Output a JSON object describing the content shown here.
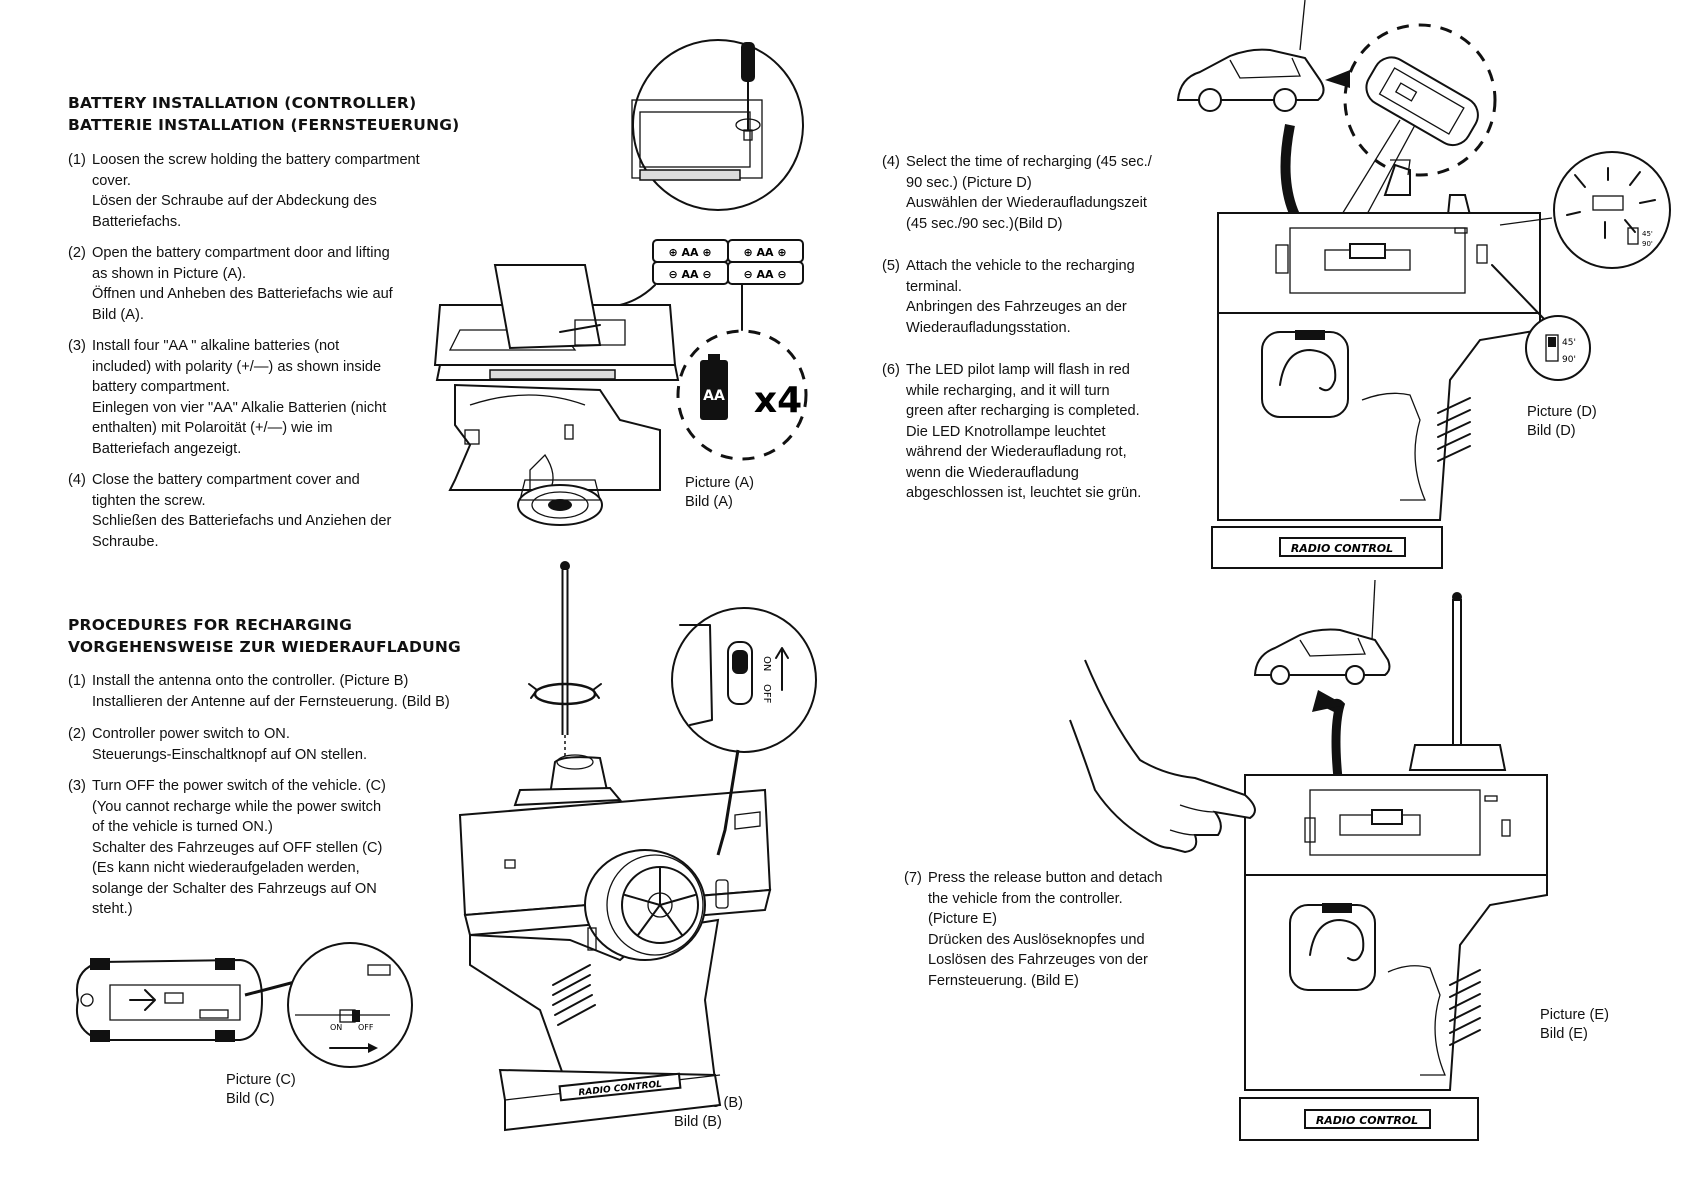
{
  "battery": {
    "heading_en": "BATTERY INSTALLATION (CONTROLLER)",
    "heading_de": "BATTERIE INSTALLATION (FERNSTEUERUNG)",
    "steps": [
      {
        "num": "(1)",
        "lines": [
          "Loosen the screw holding the battery compartment",
          "cover.",
          "Lösen der Schraube auf der Abdeckung des",
          "Batteriefachs."
        ]
      },
      {
        "num": "(2)",
        "lines": [
          "Open the battery compartment door and lifting",
          "as shown in Picture (A).",
          "Öffnen und Anheben des Batteriefachs wie auf",
          "Bild (A)."
        ]
      },
      {
        "num": "(3)",
        "lines": [
          "Install four \"AA \" alkaline batteries (not",
          "included) with polarity (+/—) as shown inside",
          "battery compartment.",
          "Einlegen von vier \"AA\" Alkalie Batterien (nicht",
          "enthalten) mit Polaroität (+/—) wie im",
          "Batteriefach angezeigt."
        ]
      },
      {
        "num": "(4)",
        "lines": [
          "Close the battery compartment cover and",
          "tighten the screw.",
          "Schließen des Batteriefachs und Anziehen der",
          "Schraube."
        ]
      }
    ]
  },
  "recharging": {
    "heading_en": "PROCEDURES FOR RECHARGING",
    "heading_de": "VORGEHENSWEISE ZUR WIEDERAUFLADUNG",
    "steps": [
      {
        "num": "(1)",
        "lines": [
          "Install the antenna onto the controller. (Picture B)",
          "Installieren der Antenne auf der Fernsteuerung. (Bild B)"
        ]
      },
      {
        "num": "(2)",
        "lines": [
          "Controller power switch to ON.",
          "Steuerungs-Einschaltknopf auf ON stellen."
        ]
      },
      {
        "num": "(3)",
        "lines": [
          "Turn OFF the power switch of the vehicle. (C)",
          "(You cannot recharge while the power switch",
          "of  the vehicle is turned ON.)",
          "Schalter des Fahrzeuges auf OFF stellen (C)",
          "(Es kann nicht wiederaufgeladen werden,",
          "solange der Schalter des Fahrzeugs auf ON",
          "steht.)"
        ]
      },
      {
        "num": "(4)",
        "lines": [
          "Select the time of recharging (45 sec./",
          "90 sec.) (Picture D)",
          "Auswählen der Wiederaufladungszeit",
          "(45 sec./90 sec.)(Bild D)"
        ]
      },
      {
        "num": "(5)",
        "lines": [
          "Attach the vehicle to the recharging",
          "terminal.",
          "Anbringen des Fahrzeuges an der",
          "Wiederaufladungsstation."
        ]
      },
      {
        "num": "(6)",
        "lines": [
          "The LED pilot lamp will flash in red",
          "while recharging, and it will turn",
          "green after recharging is completed.",
          "Die LED Knotrollampe leuchtet",
          "während der Wiederaufladung rot,",
          "wenn die Wiederaufladung",
          "abgeschlossen ist, leuchtet sie grün."
        ]
      },
      {
        "num": "(7)",
        "lines": [
          "Press the release button and detach",
          "the vehicle from the controller.",
          "(Picture E)",
          "Drücken des Auslöseknopfes und",
          "Loslösen des Fahrzeuges von der",
          "Fernsteuerung. (Bild E)"
        ]
      }
    ]
  },
  "captions": {
    "a": [
      "Picture (A)",
      "Bild (A)"
    ],
    "b": [
      "Picture (B)",
      "Bild (B)"
    ],
    "c": [
      "Picture (C)",
      "Bild (C)"
    ],
    "d": [
      "Picture (D)",
      "Bild (D)"
    ],
    "e": [
      "Picture (E)",
      "Bild (E)"
    ]
  },
  "figure_labels": {
    "battery_aa": "AA",
    "battery_count": "x4",
    "radio_control": "RADIO CONTROL",
    "switch_on": "ON",
    "switch_off": "OFF",
    "time_45": "45'",
    "time_90": "90'"
  }
}
